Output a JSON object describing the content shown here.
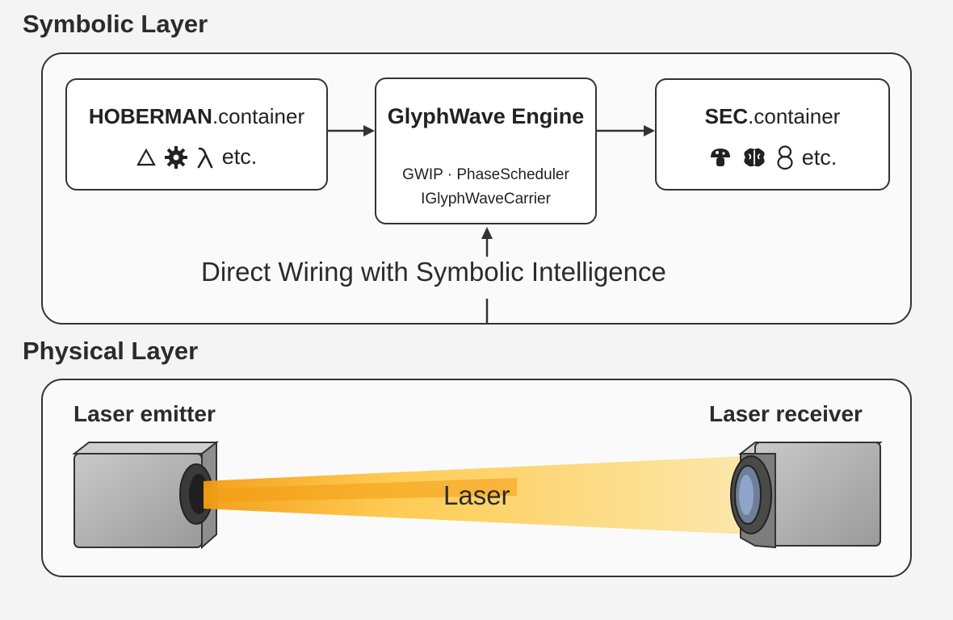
{
  "symbolic_layer": {
    "title": "Symbolic Layer",
    "hoberman": {
      "title_bold": "HOBERMAN",
      "title_rest": ".container",
      "symbols": [
        "triangle-icon",
        "gear-icon",
        "lambda-icon"
      ],
      "etc": "etc."
    },
    "glyphwave": {
      "title": "GlyphWave Engine",
      "sub1": "GWIP · PhaseScheduler",
      "sub2": "IGlyphWaveCarrier"
    },
    "sec": {
      "title_bold": "SEC",
      "title_rest": ".container",
      "symbols": [
        "mushroom-icon",
        "brain-icon",
        "figure-eight-icon"
      ],
      "etc": "etc."
    },
    "wiring_label": "Direct Wiring with Symbolic Intelligence"
  },
  "physical_layer": {
    "title": "Physical Layer",
    "emitter_label": "Laser emitter",
    "receiver_label": "Laser receiver",
    "laser_label": "Laser"
  },
  "colors": {
    "outline": "#333333",
    "laser_core": "#f5a623",
    "laser_glow": "#ffd45c",
    "camera_body": "#a9a9a9"
  }
}
